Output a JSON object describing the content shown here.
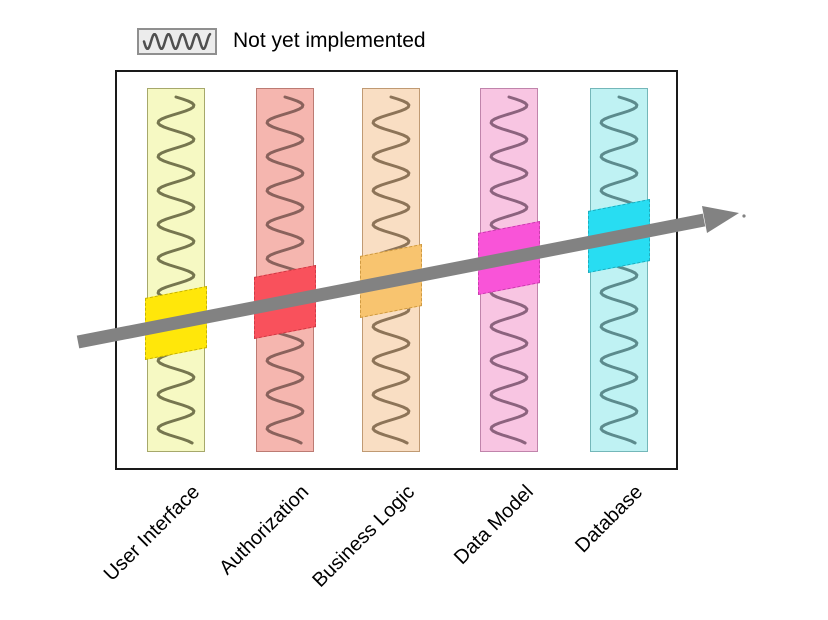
{
  "legend": {
    "label": "Not yet implemented",
    "swatch_fill": "#ececec",
    "swatch_border": "#8f8f8f",
    "wave_color": "#4f4f4f"
  },
  "diagram": {
    "frame_border": "#1a1a1a",
    "arrow_color": "#828282",
    "layers": [
      {
        "label": "User Interface",
        "fill": "#f6f9c3",
        "border": "#a6a86b",
        "wave_color": "#76764f",
        "highlight": "#ffe70a",
        "highlight_border": "#c7b305"
      },
      {
        "label": "Authorization",
        "fill": "#f5b6af",
        "border": "#bc7b73",
        "wave_color": "#8a625c",
        "highlight": "#f9515c",
        "highlight_border": "#ce3c46"
      },
      {
        "label": "Business Logic",
        "fill": "#f9dec3",
        "border": "#c09a73",
        "wave_color": "#8d7458",
        "highlight": "#f8c46f",
        "highlight_border": "#cf9a42"
      },
      {
        "label": "Data Model",
        "fill": "#f8c5e2",
        "border": "#c084ab",
        "wave_color": "#8c637e",
        "highlight": "#f954d8",
        "highlight_border": "#c93ead"
      },
      {
        "label": "Database",
        "fill": "#bff2f3",
        "border": "#74b7b9",
        "wave_color": "#5c8b8d",
        "highlight": "#28ddf2",
        "highlight_border": "#1fadbe"
      }
    ]
  }
}
